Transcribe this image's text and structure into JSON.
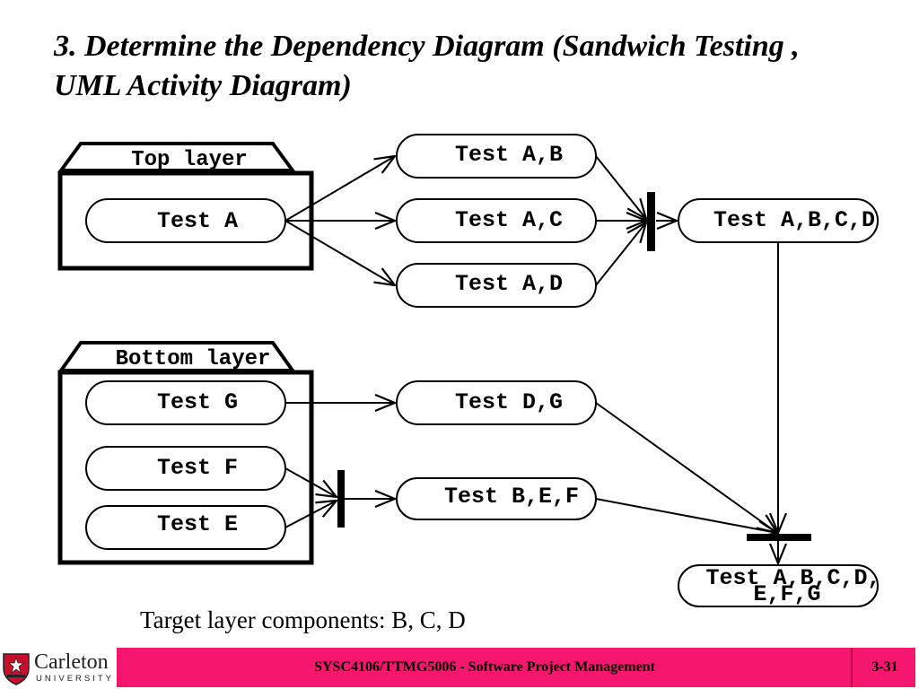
{
  "slide": {
    "title": "3. Determine the Dependency Diagram  (Sandwich Testing , UML Activity Diagram)",
    "caption": "Target layer components: B, C, D"
  },
  "layers": {
    "top": "Top layer",
    "bottom": "Bottom layer"
  },
  "nodes": {
    "test_a": "Test A",
    "test_ab": "Test A,B",
    "test_ac": "Test A,C",
    "test_ad": "Test A,D",
    "test_abcd": "Test A,B,C,D",
    "test_g": "Test G",
    "test_f": "Test F",
    "test_e": "Test E",
    "test_dg": "Test D,G",
    "test_bef": "Test B,E,F",
    "test_all_line1": "Test A,B,C,D,",
    "test_all_line2": "E,F,G"
  },
  "footer": {
    "logo_name": "Carleton",
    "logo_sub": "UNIVERSITY",
    "course": "SYSC4106/TTMG5006 - Software Project Management",
    "page": "3-31"
  },
  "colors": {
    "footer_bar": "#f5176e",
    "logo_red": "#c8102e"
  },
  "icons": {
    "logo": "university-crest-icon"
  }
}
